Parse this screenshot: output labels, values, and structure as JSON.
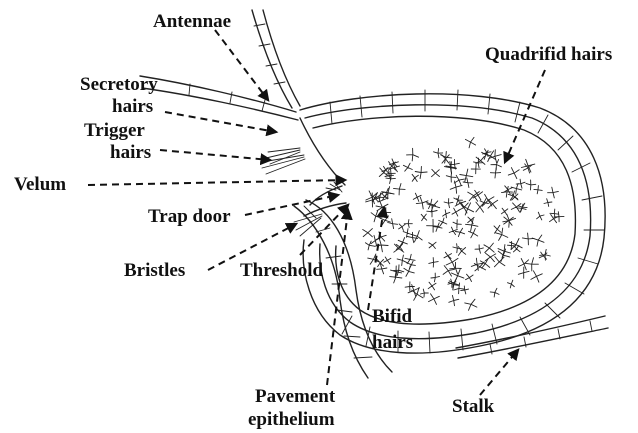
{
  "labels": {
    "antennae": "Antennae",
    "secretory_1": "Secretory",
    "secretory_2": "hairs",
    "trigger_1": "Trigger",
    "trigger_2": "hairs",
    "velum": "Velum",
    "trap_door": "Trap door",
    "bristles": "Bristles",
    "threshold": "Threshold",
    "bifid_1": "Bifid",
    "bifid_2": "hairs",
    "pavement_1": "Pavement",
    "pavement_2": "epithelium",
    "stalk": "Stalk",
    "quadrifid": "Quadrifid hairs"
  },
  "colors": {
    "ink": "#222222",
    "background": "#ffffff"
  }
}
